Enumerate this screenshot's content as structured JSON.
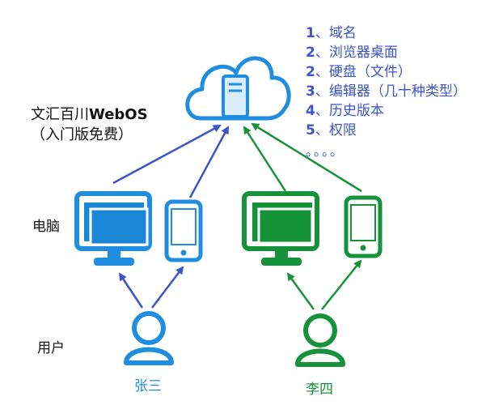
{
  "system": {
    "title_prefix": "文汇百川",
    "title_brand": "WebOS",
    "subtitle": "（入门版免费）"
  },
  "labels": {
    "device_row": "电脑",
    "user_row": "用户"
  },
  "users": [
    {
      "name": "张三",
      "color": "#1f8ee0"
    },
    {
      "name": "李四",
      "color": "#16923a"
    }
  ],
  "features": [
    {
      "num": "1",
      "text": "、域名"
    },
    {
      "num": "2",
      "text": "、浏览器桌面"
    },
    {
      "num": "2",
      "text": "、硬盘（文件）"
    },
    {
      "num": "3",
      "text": "、编辑器（几十种类型）"
    },
    {
      "num": "4",
      "text": "、历史版本"
    },
    {
      "num": "5",
      "text": "、权限"
    }
  ],
  "features_more": "。。。。",
  "colors": {
    "cloud": "#1f8ee0",
    "server_fill": "#d9edfb",
    "arrow": "#3b55cc",
    "user_left": "#1f8ee0",
    "user_right": "#16923a",
    "screen_left": "#1a87d6",
    "screen_right": "#16923a",
    "feature_text": "#3b55cc"
  },
  "icons": [
    "cloud-icon",
    "server-icon",
    "monitor-icon",
    "phone-icon",
    "user-icon"
  ]
}
